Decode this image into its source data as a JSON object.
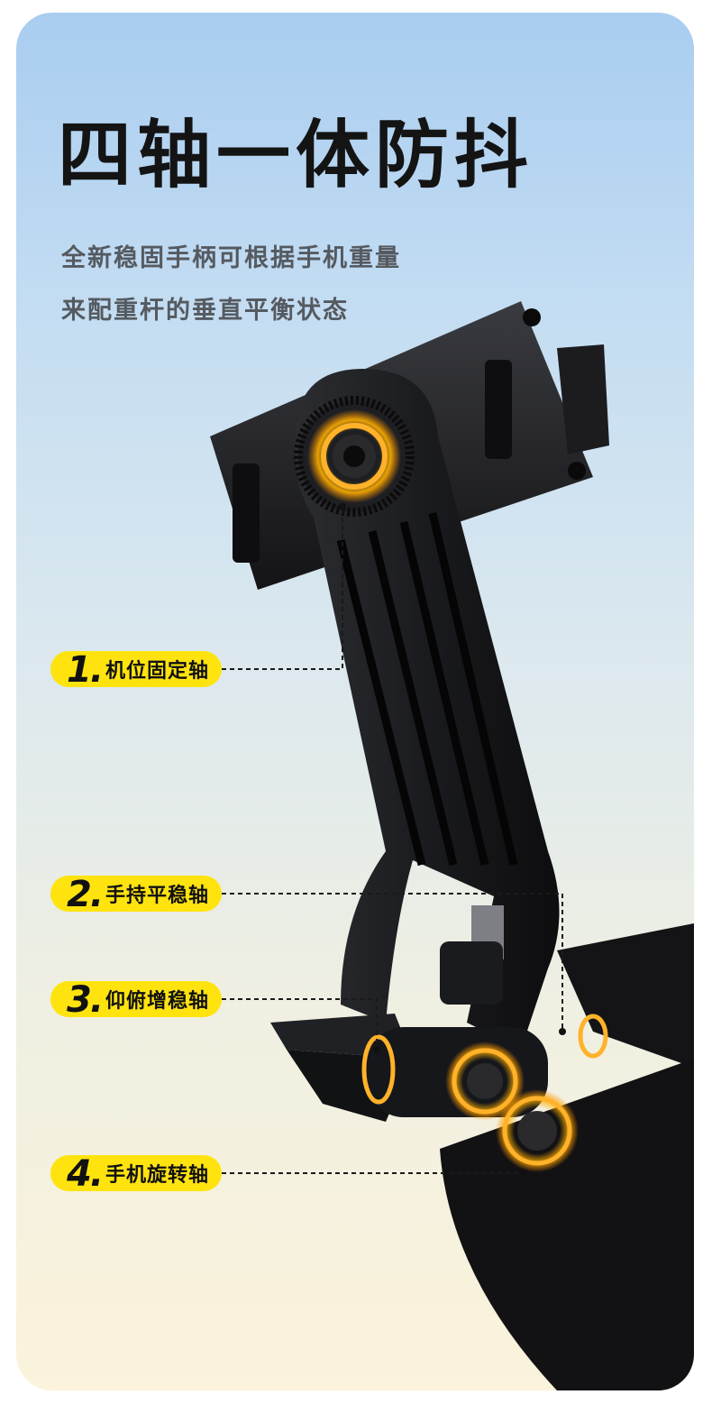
{
  "title": "四轴一体防抖",
  "subtitle": {
    "line1": "全新稳固手柄可根据手机重量",
    "line2": "来配重杆的垂直平衡状态"
  },
  "axes": [
    {
      "num": "1.",
      "label": "机位固定轴"
    },
    {
      "num": "2.",
      "label": "手持平稳轴"
    },
    {
      "num": "3.",
      "label": "仰俯增稳轴"
    },
    {
      "num": "4.",
      "label": "手机旋转轴"
    }
  ],
  "colors": {
    "accent_yellow": "#ffe30f",
    "ring_glow": "#f0a000",
    "product_black": "#1a1a1c"
  }
}
